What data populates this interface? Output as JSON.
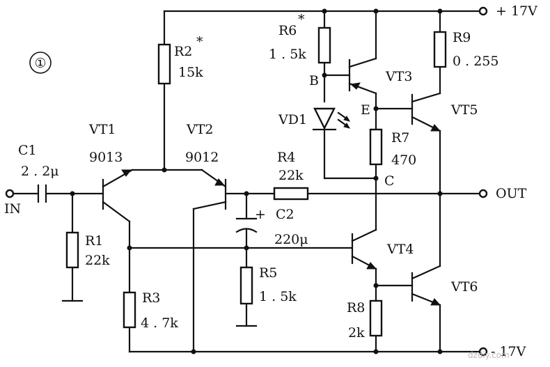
{
  "figure_number": "①",
  "rails": {
    "positive": "+ 17V",
    "negative": "- 17V"
  },
  "ports": {
    "input": "IN",
    "output": "OUT"
  },
  "components": {
    "C1": {
      "ref": "C1",
      "value": "2 . 2μ"
    },
    "R1": {
      "ref": "R1",
      "value": "22k"
    },
    "R2": {
      "ref": "R2",
      "mark": "*",
      "value": "15k"
    },
    "R3": {
      "ref": "R3",
      "value": "4 . 7k"
    },
    "R4": {
      "ref": "R4",
      "value": "22k"
    },
    "R5": {
      "ref": "R5",
      "value": "1 . 5k"
    },
    "R6": {
      "ref": "R6",
      "mark": "*",
      "value": "1 . 5k"
    },
    "R7": {
      "ref": "R7",
      "value": "470"
    },
    "R8": {
      "ref": "R8",
      "value": "2k"
    },
    "R9": {
      "ref": "R9",
      "value": "0 . 255"
    },
    "C2": {
      "ref": "C2",
      "value": "220μ",
      "polarity": "+"
    },
    "VT1": {
      "ref": "VT1",
      "value": "9013"
    },
    "VT2": {
      "ref": "VT2",
      "value": "9012"
    },
    "VT3": {
      "ref": "VT3"
    },
    "VT4": {
      "ref": "VT4"
    },
    "VT5": {
      "ref": "VT5"
    },
    "VT6": {
      "ref": "VT6"
    },
    "VD1": {
      "ref": "VD1"
    }
  },
  "nodes": {
    "B": "B",
    "E": "E",
    "C": "C"
  },
  "watermark": "dzdiy.com"
}
